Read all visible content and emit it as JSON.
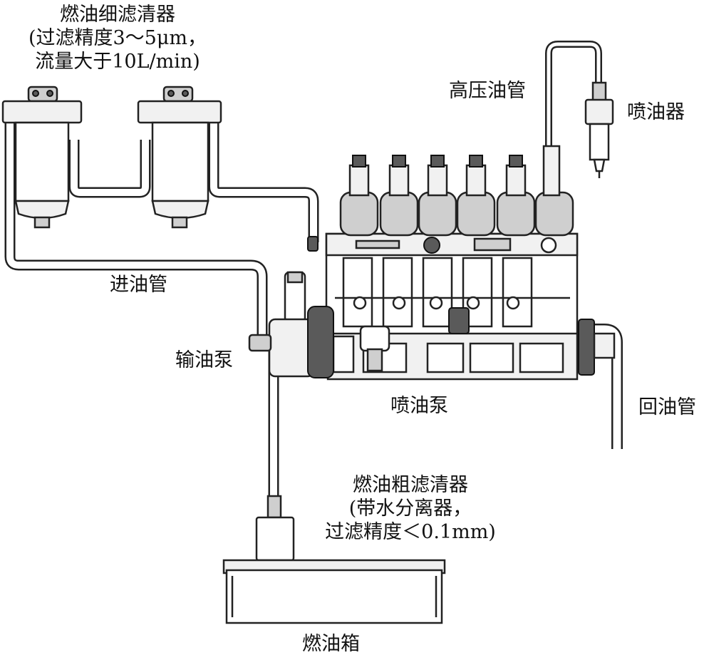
{
  "labels": {
    "fine_filter": {
      "line1": "燃油细滤清器",
      "line2": "(过滤精度3～5μm，",
      "line3": "流量大于10L/min)"
    },
    "high_pressure_pipe": "高压油管",
    "injector": "喷油器",
    "inlet_pipe": "进油管",
    "transfer_pump": "输油泵",
    "injection_pump": "喷油泵",
    "return_pipe": "回油管",
    "coarse_filter": {
      "line1": "燃油粗滤清器",
      "line2": "(带水分离器，",
      "line3": "过滤精度＜0.1mm)"
    },
    "fuel_tank": "燃油箱"
  }
}
